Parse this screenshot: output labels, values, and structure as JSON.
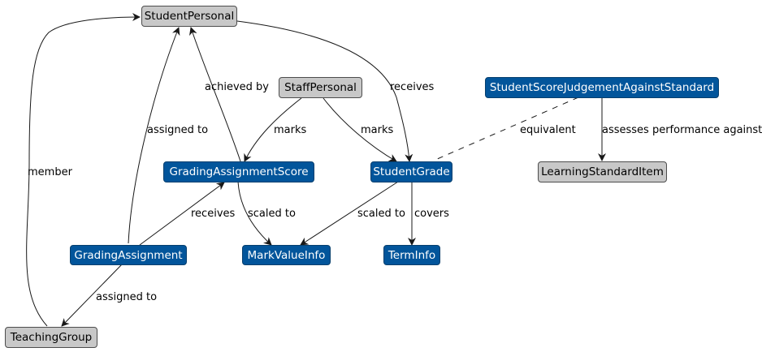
{
  "colors": {
    "external_node_fill": "#c8c8c8",
    "core_node_fill": "#02559b",
    "core_node_text": "#ffffff",
    "edge": "#181818"
  },
  "nodes": {
    "student_personal": "StudentPersonal",
    "staff_personal": "StaffPersonal",
    "student_score_judgement": "StudentScoreJudgementAgainstStandard",
    "grading_assignment_score": "GradingAssignmentScore",
    "student_grade": "StudentGrade",
    "learning_standard_item": "LearningStandardItem",
    "grading_assignment": "GradingAssignment",
    "mark_value_info": "MarkValueInfo",
    "term_info": "TermInfo",
    "teaching_group": "TeachingGroup"
  },
  "edges": {
    "member": "member",
    "assigned_to_student": "assigned to",
    "achieved_by": "achieved by",
    "receives_grade": "receives",
    "marks_score": "marks",
    "marks_grade": "marks",
    "equivalent": "equivalent",
    "assesses": "assesses performance against",
    "receives_score": "receives",
    "scaled_to_score": "scaled to",
    "scaled_to_grade": "scaled to",
    "covers": "covers",
    "assigned_to_group": "assigned to"
  }
}
